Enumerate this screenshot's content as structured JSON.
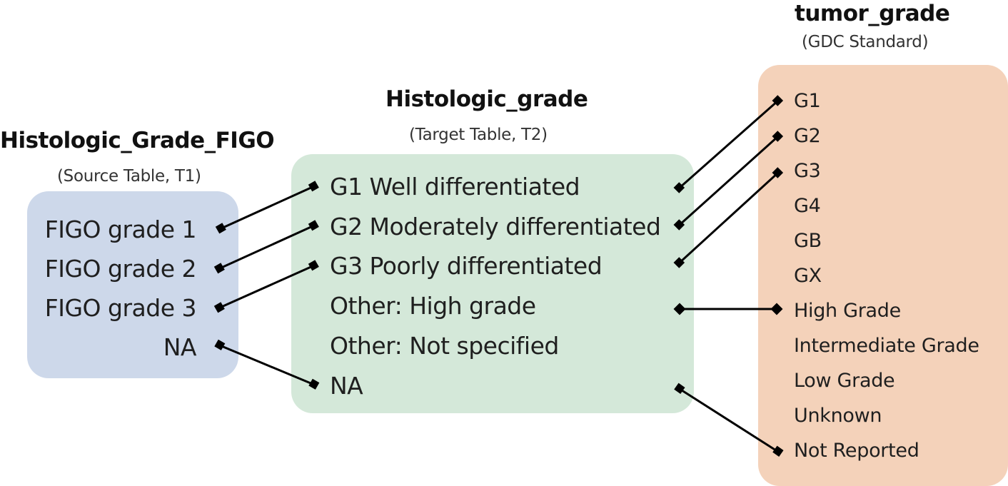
{
  "source": {
    "title": "Histologic_Grade_FIGO",
    "subtitle": "(Source Table, T1)",
    "items": [
      "FIGO grade 1",
      "FIGO grade 2",
      "FIGO grade 3",
      "NA"
    ]
  },
  "target": {
    "title": "Histologic_grade",
    "subtitle": "(Target Table, T2)",
    "items": [
      "G1 Well differentiated",
      "G2 Moderately differentiated",
      "G3 Poorly differentiated",
      "Other: High grade",
      "Other: Not specified",
      "NA"
    ]
  },
  "standard": {
    "title": "tumor_grade",
    "subtitle": "(GDC Standard)",
    "items": [
      "G1",
      "G2",
      "G3",
      "G4",
      "GB",
      "GX",
      "High Grade",
      "Intermediate Grade",
      "Low Grade",
      "Unknown",
      "Not Reported"
    ]
  },
  "colors": {
    "source_box": "#cdd8ea",
    "target_box": "#d4e8d9",
    "standard_box": "#f4d2ba",
    "connector": "#000000"
  },
  "mappings": {
    "source_to_target": [
      {
        "from": "FIGO grade 1",
        "to": "G1 Well differentiated"
      },
      {
        "from": "FIGO grade 2",
        "to": "G2 Moderately differentiated"
      },
      {
        "from": "FIGO grade 3",
        "to": "G3 Poorly differentiated"
      },
      {
        "from": "NA",
        "to": "NA"
      }
    ],
    "target_to_standard": [
      {
        "from": "G1 Well differentiated",
        "to": "G1"
      },
      {
        "from": "G2 Moderately differentiated",
        "to": "G2"
      },
      {
        "from": "G3 Poorly differentiated",
        "to": "G3"
      },
      {
        "from": "Other: High grade",
        "to": "High Grade"
      },
      {
        "from": "NA",
        "to": "Not Reported"
      }
    ]
  }
}
